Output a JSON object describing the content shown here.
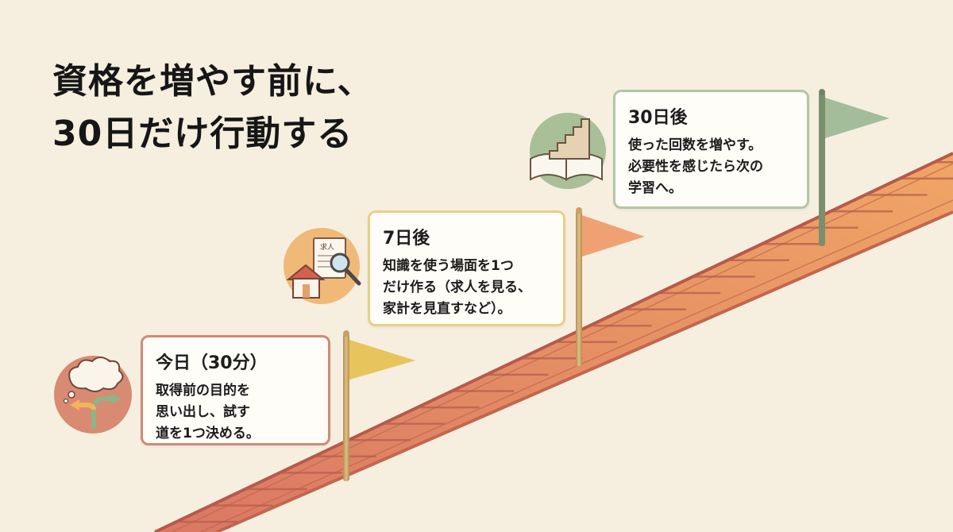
{
  "title": {
    "line1": "資格を増やす前に、",
    "line2": "30日だけ行動する"
  },
  "milestones": [
    {
      "head": "今日（30分）",
      "body": [
        "取得前の目的を",
        "思い出し、試す",
        "道を1つ決める。"
      ],
      "border_color": "#cf8a76",
      "flag_color": "#e8c45c",
      "icon": "thought-bubble-crossroads-icon",
      "icon_bg": "#d98a72",
      "badge_text": ""
    },
    {
      "head": "7日後",
      "body": [
        "知識を使う場面を1つ",
        "だけ作る（求人を見る、",
        "家計を見直すなど）。"
      ],
      "border_color": "#e9cf86",
      "flag_color": "#f0a174",
      "icon": "house-job-search-icon",
      "icon_bg": "#f1b977",
      "badge_text": "求人"
    },
    {
      "head": "30日後",
      "body": [
        "使った回数を増やす。",
        "必要性を感じたら次の",
        "学習へ。"
      ],
      "border_color": "#b3c6a7",
      "flag_color": "#a3bd9b",
      "icon": "book-staircase-icon",
      "icon_bg": "#a9bf98",
      "badge_text": ""
    }
  ],
  "colors": {
    "background": "#f6efe0",
    "track_light": "#f0a05c",
    "track_dark": "#d86f5a",
    "pole": "#c9a262"
  }
}
